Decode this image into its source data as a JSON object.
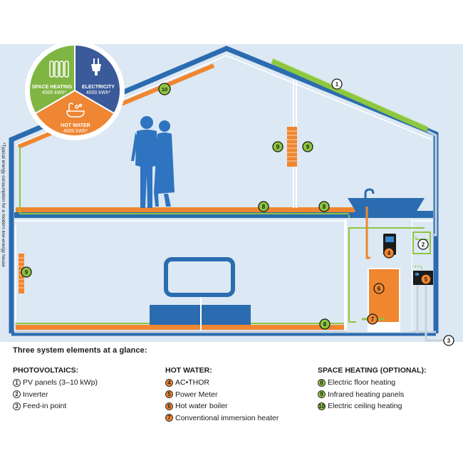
{
  "pie": {
    "space_heating": {
      "label": "SPACE HEATING",
      "value": "4000 kWh*"
    },
    "electricity": {
      "label": "ELECTRICITY",
      "value": "4000 kWh*"
    },
    "hot_water": {
      "label": "HOT WATER",
      "value": "4000 kWh*"
    }
  },
  "footnote": "*Typical energy consumption for a modern low-energy house",
  "markers": {
    "m1": "1",
    "m2": "2",
    "m3": "3",
    "m4": "4",
    "m5": "5",
    "m6": "6",
    "m7": "7",
    "m8": "8",
    "m9": "9",
    "m10": "10"
  },
  "legend": {
    "title": "Three system elements at a glance:",
    "photovoltaics": {
      "heading": "PHOTOVOLTAICS:",
      "items": [
        {
          "num": "1",
          "label": "PV panels  (3–10 kWp)"
        },
        {
          "num": "2",
          "label": "Inverter"
        },
        {
          "num": "3",
          "label": "Feed-in point"
        }
      ]
    },
    "hot_water": {
      "heading": "HOT WATER:",
      "items": [
        {
          "num": "4",
          "label": "AC•THOR"
        },
        {
          "num": "5",
          "label": "Power Meter"
        },
        {
          "num": "6",
          "label": "Hot water boiler"
        },
        {
          "num": "7",
          "label": "Conventional immersion heater"
        }
      ]
    },
    "space_heating": {
      "heading": "SPACE HEATING (OPTIONAL):",
      "items": [
        {
          "num": "8",
          "label": "Electric floor heating"
        },
        {
          "num": "9",
          "label": "Infrared heating panels"
        },
        {
          "num": "10",
          "label": "Electric ceiling heating"
        }
      ]
    }
  },
  "colors": {
    "sky": "#dce8f3",
    "house_blue": "#2b6cb0",
    "orange": "#f0862f",
    "green": "#8dc63f",
    "person": "#2f74c0",
    "pie_green": "#7fb542",
    "pie_blue": "#3a5a9a",
    "pie_orange": "#ef8633"
  }
}
